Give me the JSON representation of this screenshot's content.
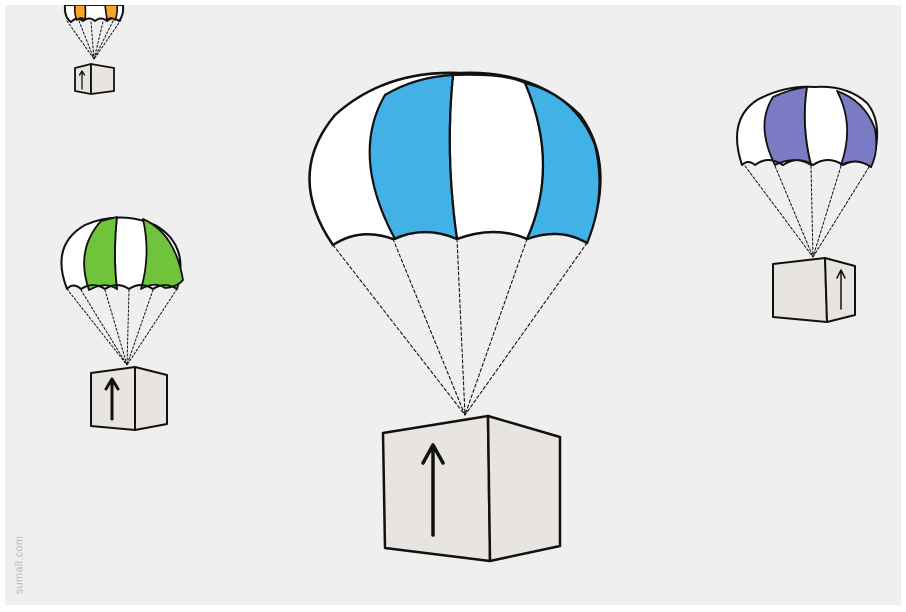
{
  "watermark": {
    "text": "sumall.com"
  },
  "colors": {
    "background": "#efefef",
    "outline": "#111111",
    "canopy_white": "#ffffff",
    "box_fill": "#e8e5e0",
    "chute_orange": "#f6a623",
    "chute_green": "#6fc43b",
    "chute_blue": "#42b2e6",
    "chute_purple": "#7b7bc4"
  },
  "parachutes": [
    {
      "name": "orange-parachute",
      "accent": "orange",
      "icon": "arrow-up-icon"
    },
    {
      "name": "green-parachute",
      "accent": "green",
      "icon": "arrow-up-icon"
    },
    {
      "name": "blue-parachute",
      "accent": "blue",
      "icon": "arrow-up-icon"
    },
    {
      "name": "purple-parachute",
      "accent": "purple",
      "icon": "arrow-up-icon"
    }
  ]
}
